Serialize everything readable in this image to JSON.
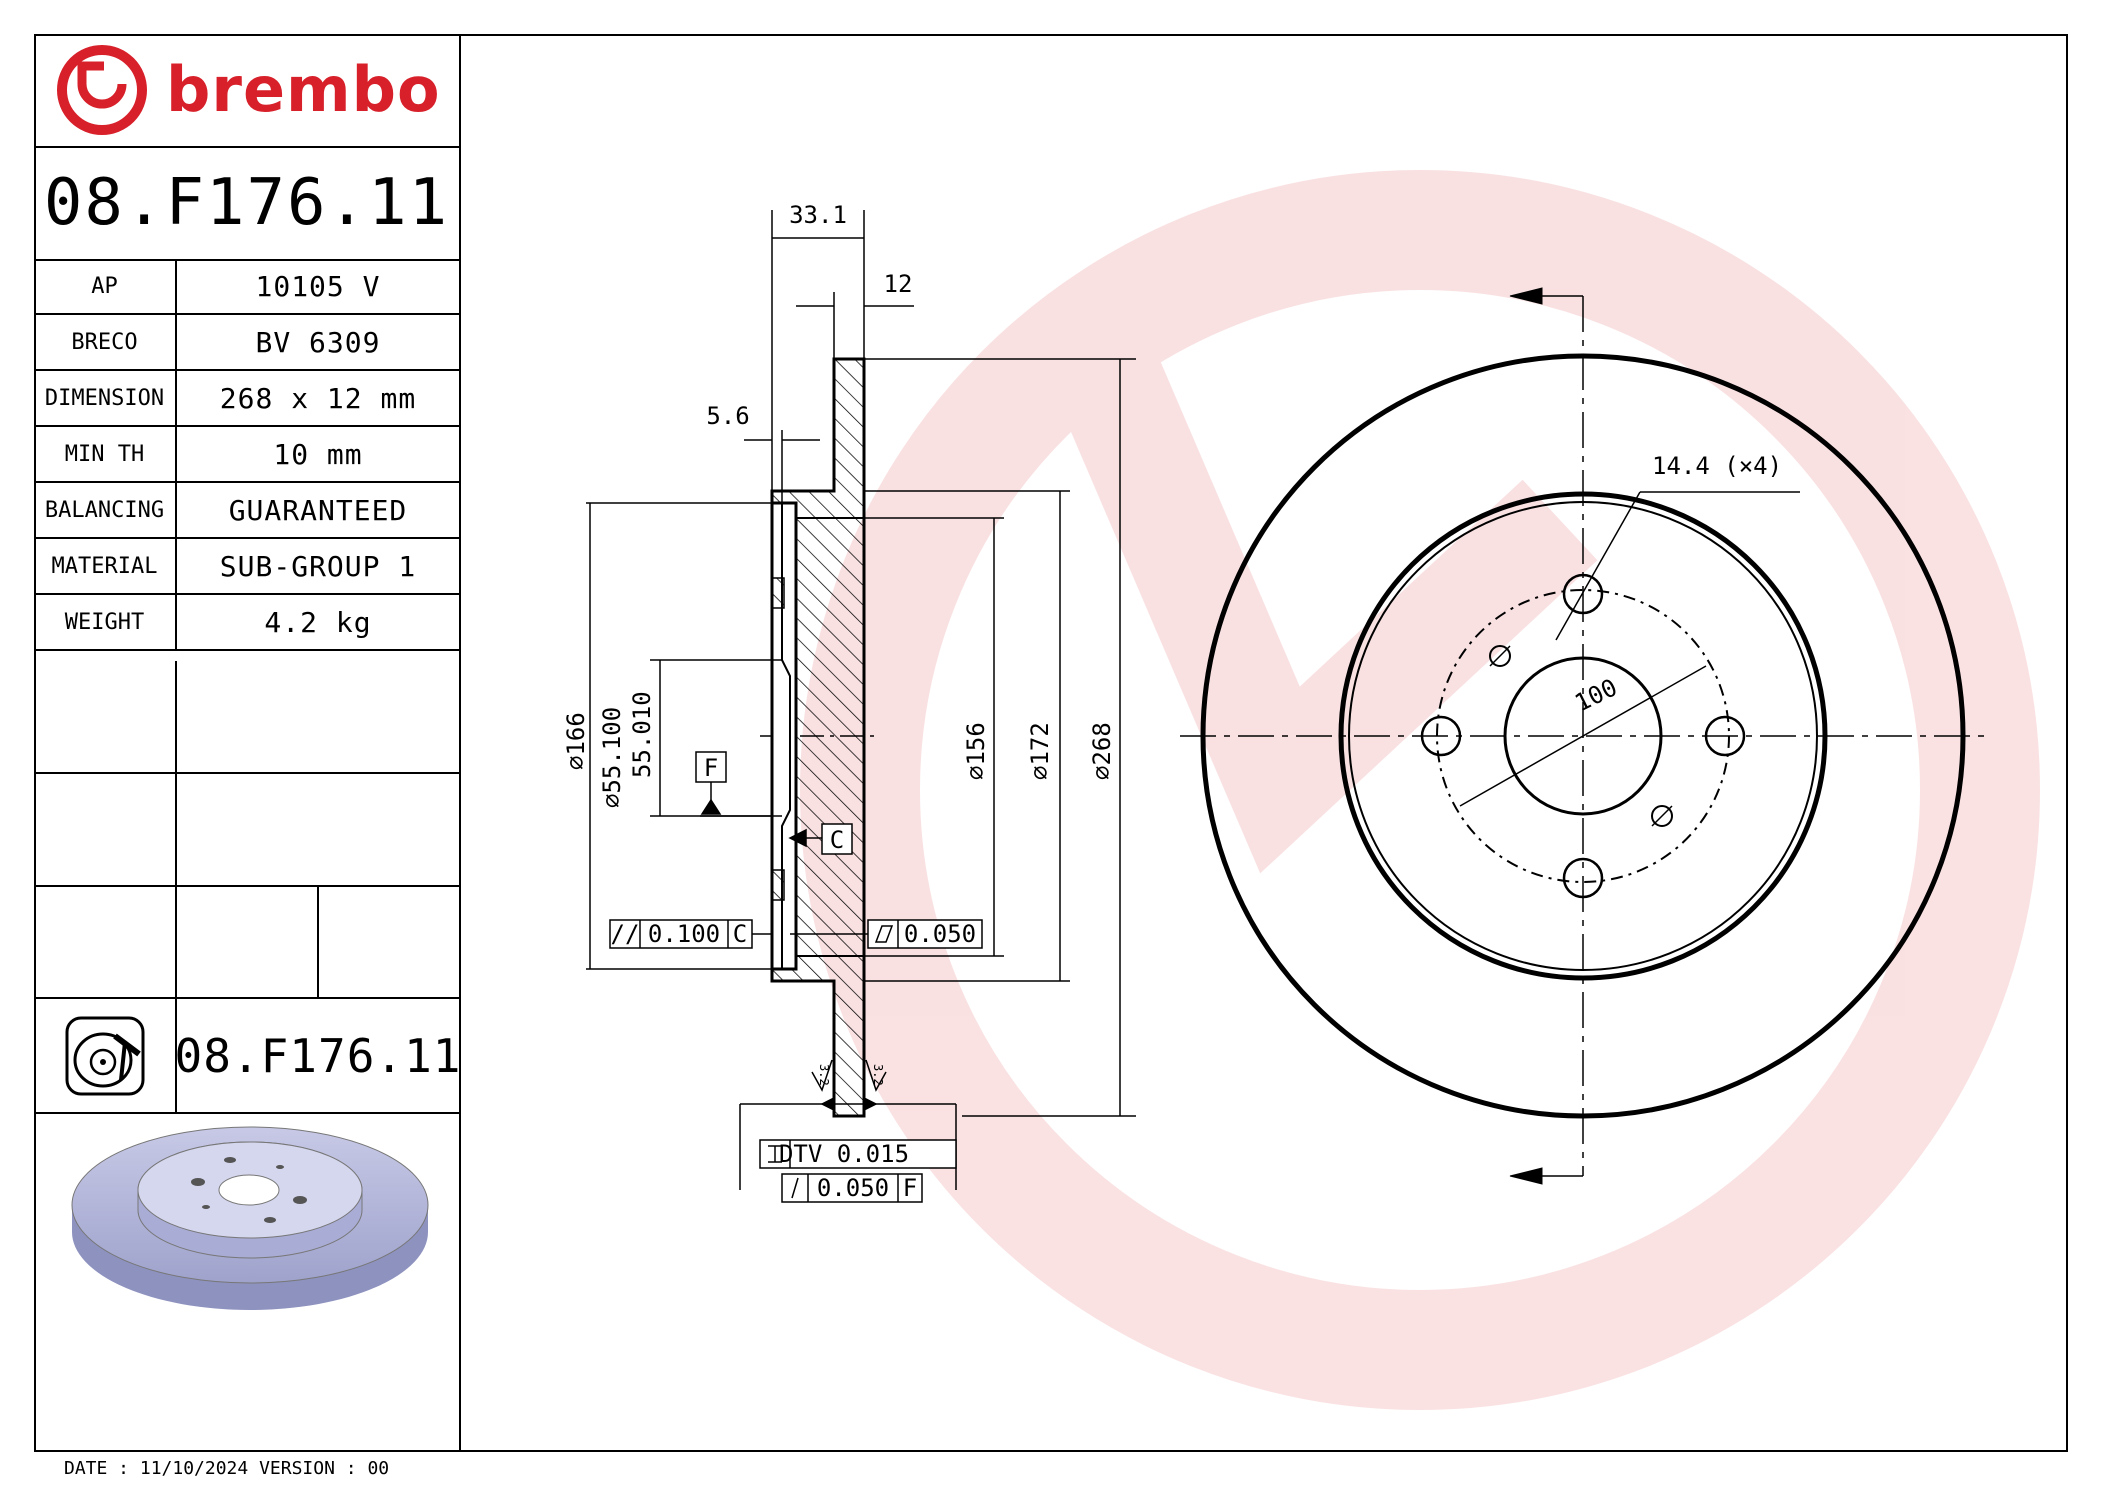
{
  "brand": {
    "name": "brembo",
    "color": "#d8202a"
  },
  "part_number": "08.F176.11",
  "specs": [
    {
      "key": "AP",
      "value": "10105 V"
    },
    {
      "key": "BRECO",
      "value": "BV 6309"
    },
    {
      "key": "DIMENSION",
      "value": "268 x 12 mm"
    },
    {
      "key": "MIN TH",
      "value": "10 mm"
    },
    {
      "key": "BALANCING",
      "value": "GUARANTEED"
    },
    {
      "key": "MATERIAL",
      "value": "SUB-GROUP 1"
    },
    {
      "key": "WEIGHT",
      "value": "4.2 kg"
    }
  ],
  "part_number_small": "08.F176.11",
  "footer": {
    "date_label": "DATE : 11/10/2024",
    "version_label": "VERSION : 00"
  },
  "dimensions": {
    "overall_width": "33.1",
    "disc_thickness": "12",
    "hat_offset": "5.6",
    "bolt_hole": "14.4 (×4)",
    "pcd": "100",
    "d166": "⌀166",
    "d55": "⌀55.100",
    "d55b": "55.010",
    "d156": "⌀156",
    "d172": "⌀172",
    "d268": "⌀268",
    "datum_f": "F",
    "datum_c": "C",
    "parallel_tol": "0.100",
    "flatness_tol": "0.050",
    "dtv_tol": "DTV 0.015",
    "runout_tol": "0.050",
    "roughness": "3.2"
  }
}
